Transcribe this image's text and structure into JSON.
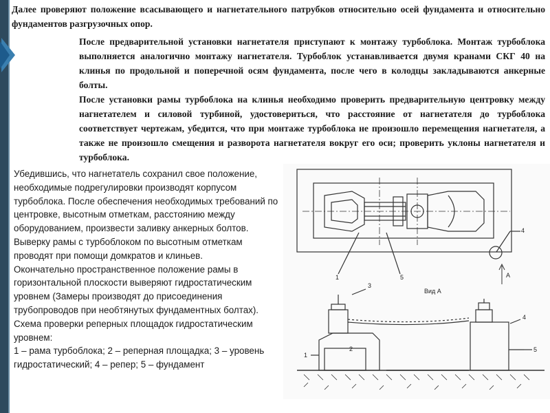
{
  "intro": {
    "text": "Далее проверяют положение всасывающего и нагнетательного патрубков относительно осей фундамента и относительно фундаментов разгрузочных опор."
  },
  "paragraph1": {
    "text": "После предварительной установки нагнетателя приступают к монтажу турбоблока. Монтаж турбоблока выполняется аналогично монтажу нагнетателя. Турбоблок устанавливается двумя кранами СКГ 40 на клинья по продольной и поперечной осям фундамента, после чего в колодцы закладываются анкерные болты."
  },
  "paragraph2": {
    "text": "После установки рамы турбоблока на клинья необходимо проверить предварительную центровку между нагнетателем и силовой турбиной, удостовериться, что расстояние от нагнетателя до турбоблока соответствует чертежам, убедится, что при монтаже турбоблока не произошло перемещения нагнетателя, а также не произошло смещения и разворота нагнетателя вокруг его оси; проверить уклоны нагнетателя и турбоблока."
  },
  "left_column": {
    "lines": [
      "Убедившись, что нагнетатель сохранил свое положение, необходимые подрегулировки производят корпусом турбоблока. После обеспечения необходимых требований по центровке, высотным отметкам, расстоянию между оборудованием, произвести заливку анкерных болтов.",
      "Выверку рамы с турбоблоком по высотным отметкам проводят при помощи домкратов и клиньев.",
      "Окончательно пространственное положение рамы в горизонтальной плоскости выверяют гидростатическим уровнем (Замеры производят до присоединения трубопроводов при необтянутых фундаментных болтах).",
      "Схема проверки реперных площадок гидростатическим уровнем:",
      "1 – рама турбоблока; 2 – реперная площадка; 3 – уровень гидростатический; 4 – репер; 5 – фундамент"
    ]
  },
  "figure": {
    "labels": {
      "l1": "1",
      "l2": "2",
      "l3": "3",
      "l4": "4",
      "l5": "5",
      "arrow": "А",
      "view": "Вид А"
    }
  }
}
